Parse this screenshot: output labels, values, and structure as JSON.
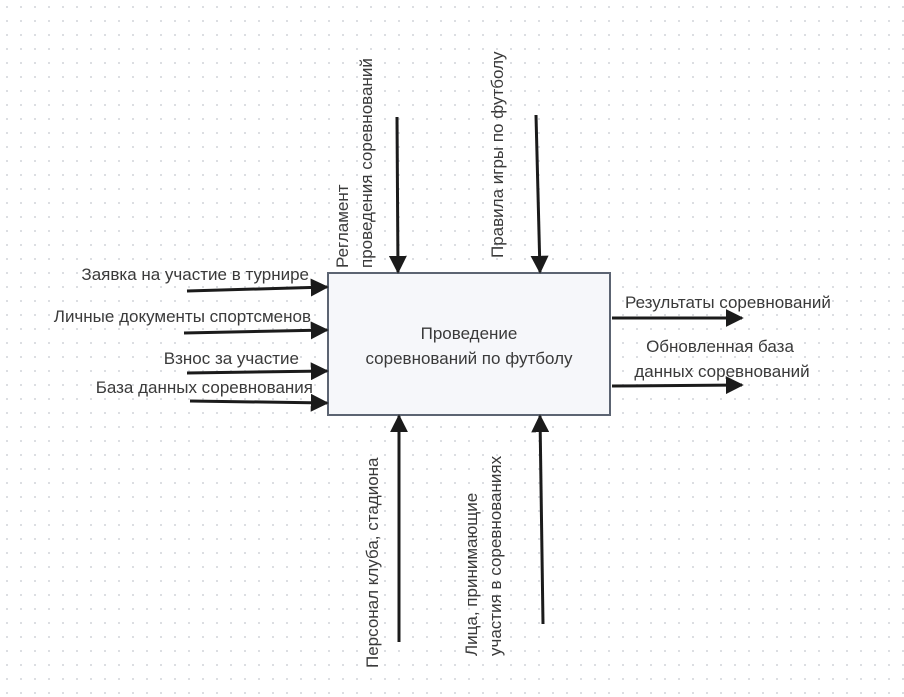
{
  "process": {
    "line1": "Проведение",
    "line2": "соревнований по футболу"
  },
  "inputs": [
    "Заявка на участие в турнире",
    "Личные документы спортсменов",
    "Взнос за участие",
    "База данных соревнования"
  ],
  "controls": {
    "reglament": {
      "line1": "Регламент",
      "line2": "проведения соревнований"
    },
    "rules": {
      "line1": "Правила игры по футболу"
    }
  },
  "outputs": {
    "results": "Результаты соревнований",
    "database": {
      "line1": "Обновленная база",
      "line2": "данных соревнований"
    }
  },
  "mechanisms": {
    "staff": {
      "line1": "Персонал клуба, стадиона"
    },
    "participants": {
      "line1": "Лица, принимающие",
      "line2": "участия в соревнованиях"
    }
  },
  "colors": {
    "box_fill": "#f6f7fa",
    "box_stroke": "#5c6472",
    "arrow": "#1b1b1b"
  }
}
